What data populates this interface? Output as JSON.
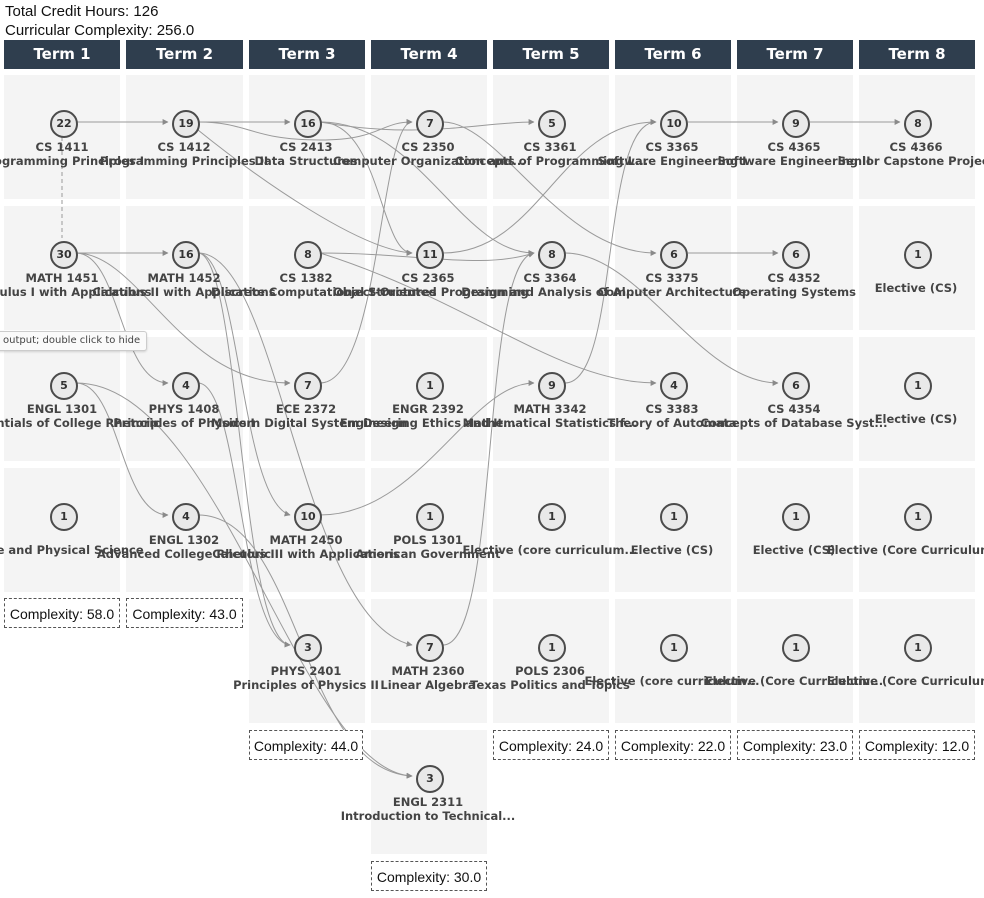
{
  "summary": {
    "total_credit_hours": "Total Credit Hours: 126",
    "curricular_complexity": "Curricular Complexity: 256.0"
  },
  "terms": [
    "Term 1",
    "Term 2",
    "Term 3",
    "Term 4",
    "Term 5",
    "Term 6",
    "Term 7",
    "Term 8"
  ],
  "courses": {
    "cs1411": {
      "value": "22",
      "code": "CS 1411",
      "name": "Programming Principles I"
    },
    "math1451": {
      "value": "30",
      "code": "MATH 1451",
      "name": "Calculus I with Applications"
    },
    "engl1301": {
      "value": "5",
      "code": "ENGL 1301",
      "name": "Essentials of College Rhetoric"
    },
    "lifesci": {
      "value": "1",
      "code": "",
      "name": "Life and Physical Science"
    },
    "cs1412": {
      "value": "19",
      "code": "CS 1412",
      "name": "Programming Principles II"
    },
    "math1452": {
      "value": "16",
      "code": "MATH 1452",
      "name": "Calculus II with Applications"
    },
    "phys1408": {
      "value": "4",
      "code": "PHYS 1408",
      "name": "Principles of Physics I"
    },
    "engl1302": {
      "value": "4",
      "code": "ENGL 1302",
      "name": "Advanced College Rhetoric"
    },
    "cs2413": {
      "value": "16",
      "code": "CS 2413",
      "name": "Data Structures"
    },
    "cs1382": {
      "value": "8",
      "code": "CS 1382",
      "name": "Discrete Computational Structures"
    },
    "ece2372": {
      "value": "7",
      "code": "ECE 2372",
      "name": "Modern Digital System Design"
    },
    "math2450": {
      "value": "10",
      "code": "MATH 2450",
      "name": "Calculus III with Applications"
    },
    "phys2401": {
      "value": "3",
      "code": "PHYS 2401",
      "name": "Principles of Physics II"
    },
    "cs2350": {
      "value": "7",
      "code": "CS 2350",
      "name": "Computer Organization and..."
    },
    "cs2365": {
      "value": "11",
      "code": "CS 2365",
      "name": "Object-Oriented Programming"
    },
    "engr2392": {
      "value": "1",
      "code": "ENGR 2392",
      "name": "Engineering Ethics and It..."
    },
    "pols1301": {
      "value": "1",
      "code": "POLS 1301",
      "name": "American Government"
    },
    "math2360": {
      "value": "7",
      "code": "MATH 2360",
      "name": "Linear Algebra"
    },
    "engl2311": {
      "value": "3",
      "code": "ENGL 2311",
      "name": "Introduction to Technical..."
    },
    "cs3361": {
      "value": "5",
      "code": "CS 3361",
      "name": "Concepts of Programming L..."
    },
    "cs3364": {
      "value": "8",
      "code": "CS 3364",
      "name": "Design and Analysis of Al..."
    },
    "math3342": {
      "value": "9",
      "code": "MATH 3342",
      "name": "Mathematical Statistics f..."
    },
    "elec_core5": {
      "value": "1",
      "code": "",
      "name": "Elective (core curriculum..."
    },
    "pols2306": {
      "value": "1",
      "code": "POLS 2306",
      "name": "Texas Politics and Topics"
    },
    "cs3365": {
      "value": "10",
      "code": "CS 3365",
      "name": "Software Engineering I"
    },
    "cs3375": {
      "value": "6",
      "code": "CS 3375",
      "name": "Computer Architecture"
    },
    "cs3383": {
      "value": "4",
      "code": "CS 3383",
      "name": "Theory of Automata"
    },
    "elec_cs6": {
      "value": "1",
      "code": "",
      "name": "Elective (CS)"
    },
    "elec_core6": {
      "value": "1",
      "code": "",
      "name": "Elective (core curriculum..."
    },
    "cs4365": {
      "value": "9",
      "code": "CS 4365",
      "name": "Software Engineering II"
    },
    "cs4352": {
      "value": "6",
      "code": "CS 4352",
      "name": "Operating Systems"
    },
    "cs4354": {
      "value": "6",
      "code": "CS 4354",
      "name": "Concepts of Database Syst..."
    },
    "elec_cs7": {
      "value": "1",
      "code": "",
      "name": "Elective (CS)"
    },
    "elec_core7": {
      "value": "1",
      "code": "",
      "name": "Elective (Core Curriculum..."
    },
    "cs4366": {
      "value": "8",
      "code": "CS 4366",
      "name": "Senior Capstone Project"
    },
    "elec_cs8a": {
      "value": "1",
      "code": "",
      "name": "Elective (CS)"
    },
    "elec_cs8b": {
      "value": "1",
      "code": "",
      "name": "Elective (CS)"
    },
    "elec_core8a": {
      "value": "1",
      "code": "",
      "name": "Elective (Core Curriculum..."
    },
    "elec_core8b": {
      "value": "1",
      "code": "",
      "name": "Elective (Core Curriculum..."
    }
  },
  "complexity": {
    "t1": "Complexity: 58.0",
    "t2": "Complexity: 43.0",
    "t3": "Complexity: 44.0",
    "t4": "Complexity: 30.0",
    "t5": "Complexity: 24.0",
    "t6": "Complexity: 22.0",
    "t7": "Complexity: 23.0",
    "t8": "Complexity: 12.0"
  },
  "tooltip": "output; double click to hide",
  "colors": {
    "header_bg": "#2f3e4e",
    "cell_bg": "#f4f4f4",
    "link": "#8a8a8a",
    "node_border": "#4b4b4b"
  }
}
